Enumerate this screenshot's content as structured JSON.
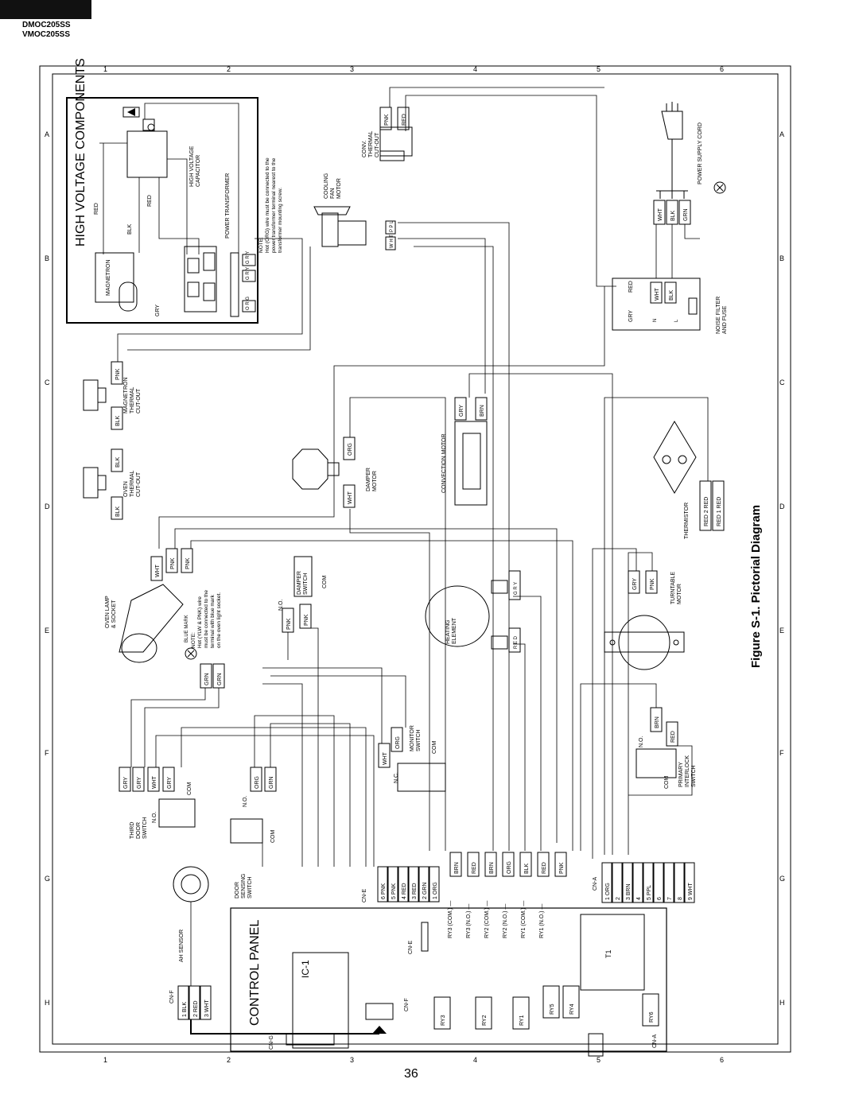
{
  "header": {
    "models": [
      "DMOC205SS",
      "VMOC205SS"
    ]
  },
  "page_number": "36",
  "grid": {
    "columns": [
      "1",
      "2",
      "3",
      "4",
      "5",
      "6"
    ],
    "rows": [
      "A",
      "B",
      "C",
      "D",
      "E",
      "F",
      "G",
      "H"
    ]
  },
  "diagram": {
    "figure_title": "Figure S-1. Pictorial Diagram",
    "hv_title": "HIGH VOLTAGE COMPONENTS",
    "control_panel": "CONTROL PANEL",
    "ic1": "IC-1",
    "t1": "T1",
    "magnetron": "MAGNETRON",
    "hv_capacitor": [
      "HIGH VOLTAGE",
      "CAPACITOR"
    ],
    "power_transformer": "POWER TRANSFORMER",
    "hv_note": [
      "NOTE:",
      "Hot (ORG) wire must be connected to the",
      "power transformer terminal nearest to the",
      "transformer mounting screw."
    ],
    "conv_thermal": [
      "CONV.",
      "THERMAL",
      "CUT-OUT"
    ],
    "cooling_fan": [
      "COOLING",
      "FAN",
      "MOTOR"
    ],
    "power_cord": "POWER SUPPLY CORD",
    "noise_filter": [
      "NOISE FILTER",
      "AND FUSE"
    ],
    "magnetron_thermal": [
      "MAGNETRON",
      "THERMAL",
      "CUT-OUT"
    ],
    "oven_thermal": [
      "OVEN",
      "THERMAL",
      "CUT-OUT"
    ],
    "damper_motor": [
      "DAMPER",
      "MOTOR"
    ],
    "convection_motor": "CONVECTION MOTOR",
    "thermistor": "THERMISTOR",
    "oven_lamp": [
      "OVEN LAMP",
      "& SOCKET"
    ],
    "blue_mark": "BLUE MARK",
    "lamp_note": [
      "NOTE:",
      "Hot (YLW & PNK) wire",
      "must be connected to the",
      "terminal with blue mark",
      "on the oven light socket."
    ],
    "damper_switch": [
      "DAMPER",
      "SWITCH"
    ],
    "heating_element": [
      "HEATING",
      "ELEMENT"
    ],
    "turntable_motor": [
      "TURNTABLE",
      "MOTOR"
    ],
    "monitor_switch": [
      "MONITOR",
      "SWITCH"
    ],
    "primary_interlock": [
      "PRIMARY",
      "INTERLOCK",
      "SWITCH"
    ],
    "third_door": [
      "THIRD",
      "DOOR",
      "SWITCH"
    ],
    "door_sensing": [
      "DOOR",
      "SENSING",
      "SWITCH"
    ],
    "ah_sensor": "AH SENSOR",
    "terms": {
      "no": "N.O.",
      "nc": "N.C.",
      "com": "COM",
      "com_dot": "COM."
    },
    "cn_e_wires": [
      "6 PNK",
      "5 PNK",
      "4 RED",
      "3 RED",
      "2 GRN",
      "1 ORG"
    ],
    "relays": [
      "RY3 (COM.)",
      "RY3 (N.O.)",
      "RY2 (COM.)",
      "RY2 (N.O.)",
      "RY1 (COM.)",
      "RY1 (N.O.)"
    ],
    "relay_colors": [
      "BRN",
      "RED",
      "BRN",
      "ORG",
      "BLK",
      "RED",
      "PNK"
    ],
    "cn_a_wires": [
      "1 ORG",
      "2",
      "3 BRN",
      "4",
      "5 PPL",
      "6",
      "7",
      "8",
      "9 WHT"
    ],
    "cn_f_wires": [
      "1 BLK",
      "2 RED",
      "3 WHT"
    ],
    "connectors": {
      "cn_e": "CN-E",
      "cn_a": "CN-A",
      "cn_f": "CN-F",
      "cn_g": "CN-G"
    },
    "ry_labels": [
      "RY3",
      "RY2",
      "RY1",
      "RY5",
      "RY4",
      "RY6"
    ]
  }
}
